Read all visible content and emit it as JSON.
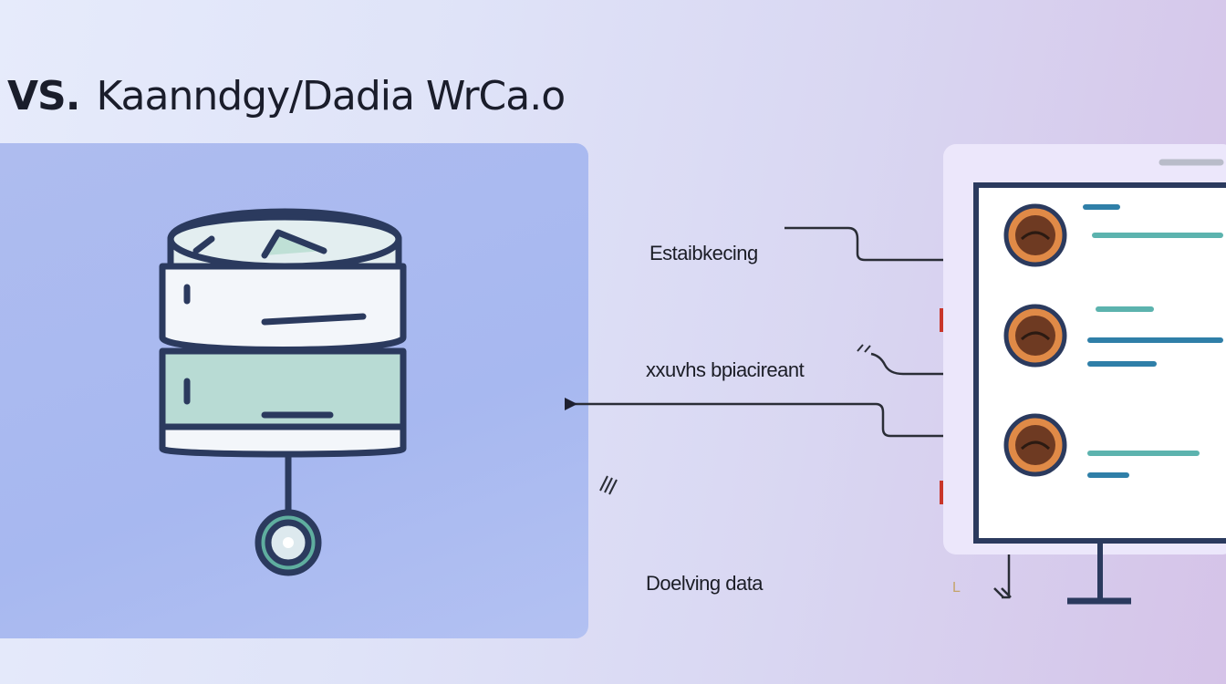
{
  "title": {
    "prefix": "VS.",
    "text": "Kaanndgy/Dadia WrCa.o"
  },
  "labels": {
    "top": "Estaibkecing",
    "middle": "xxuvhs bpiacireant",
    "bottom": "Doelving data",
    "corner_mark": "L"
  },
  "colors": {
    "outline": "#2b3a5e",
    "teal": "#4fa8a7",
    "blue_line": "#2f7fa8",
    "orange_ring": "#d9803e",
    "avatar_brown": "#7a4327",
    "red_node": "#c9362a",
    "panel": "#a9b9ef"
  },
  "icons": [
    "database-icon",
    "monitor-icon",
    "avatar-icon"
  ]
}
